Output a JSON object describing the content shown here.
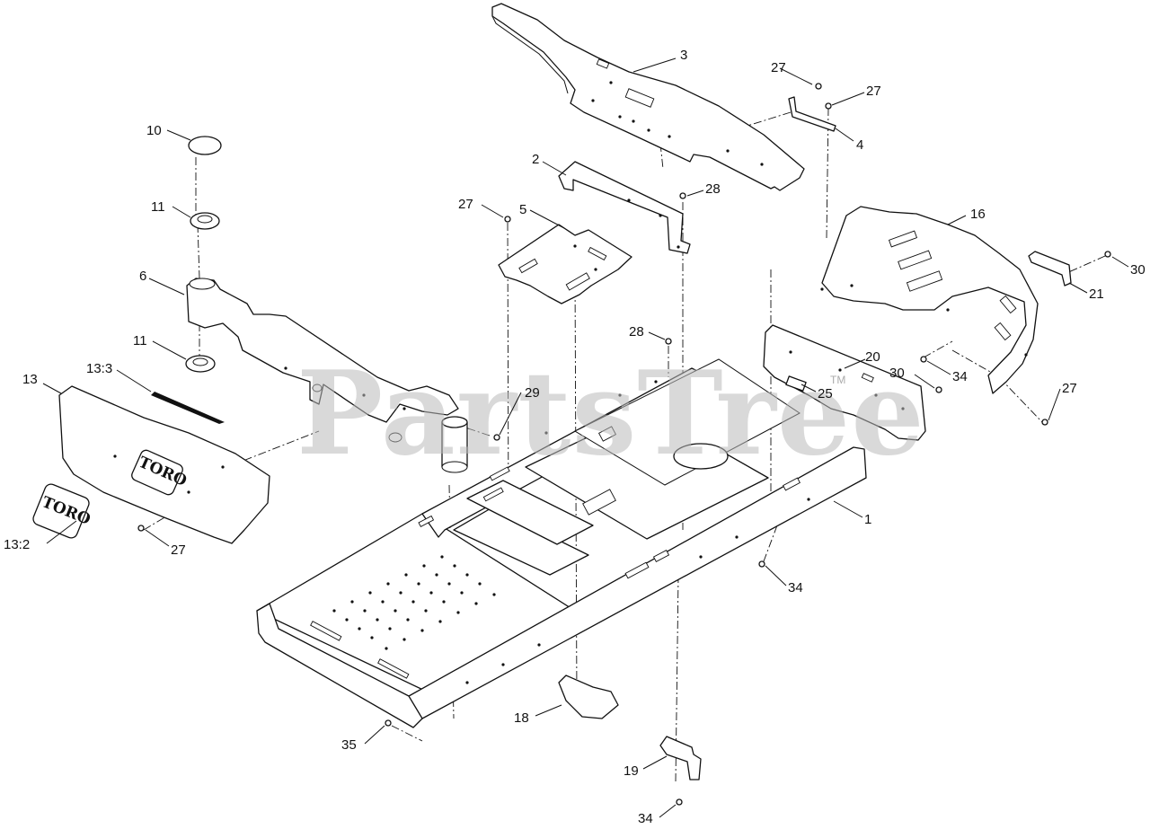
{
  "watermark": {
    "text": "PartsTree",
    "tm": "TM"
  },
  "logo_text": "TORO",
  "callouts": {
    "c1": "1",
    "c2": "2",
    "c3": "3",
    "c4": "4",
    "c5": "5",
    "c6": "6",
    "c10": "10",
    "c11a": "11",
    "c11b": "11",
    "c13": "13",
    "c13_2": "13:2",
    "c13_3": "13:3",
    "c16": "16",
    "c18": "18",
    "c19": "19",
    "c20": "20",
    "c21": "21",
    "c25": "25",
    "c27a": "27",
    "c27b": "27",
    "c27c": "27",
    "c27d": "27",
    "c27e": "27",
    "c28a": "28",
    "c28b": "28",
    "c29": "29",
    "c30a": "30",
    "c30b": "30",
    "c34a": "34",
    "c34b": "34",
    "c34c": "34",
    "c35": "35"
  }
}
